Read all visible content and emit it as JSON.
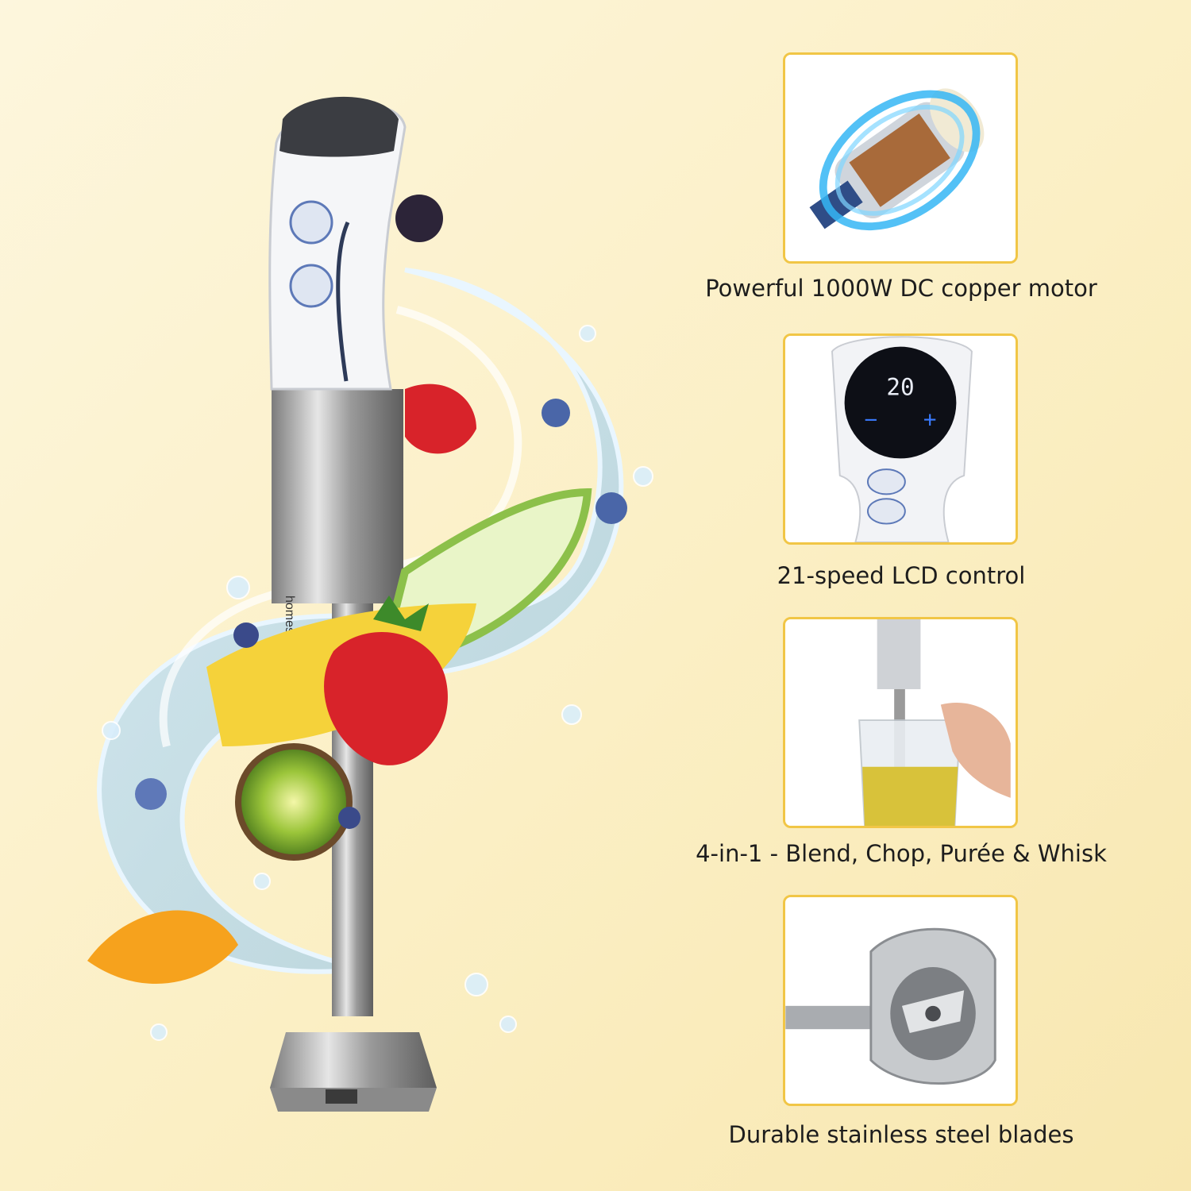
{
  "product": {
    "brand_mark": "homesmart"
  },
  "features": [
    {
      "caption": "Powerful 1000W DC copper motor",
      "icon": "motor-closeup-photo"
    },
    {
      "caption": "21-speed LCD control",
      "icon": "lcd-display-photo",
      "display_value": "20",
      "minus": "−",
      "plus": "+"
    },
    {
      "caption": "4-in-1 - Blend, Chop, Purée & Whisk",
      "icon": "blending-in-beaker-photo"
    },
    {
      "caption": "Durable stainless steel blades",
      "icon": "blade-guard-photo"
    }
  ],
  "colors": {
    "card_border": "#f1c646",
    "background": "#fbefc4",
    "lcd_blue": "#3a7bff"
  }
}
